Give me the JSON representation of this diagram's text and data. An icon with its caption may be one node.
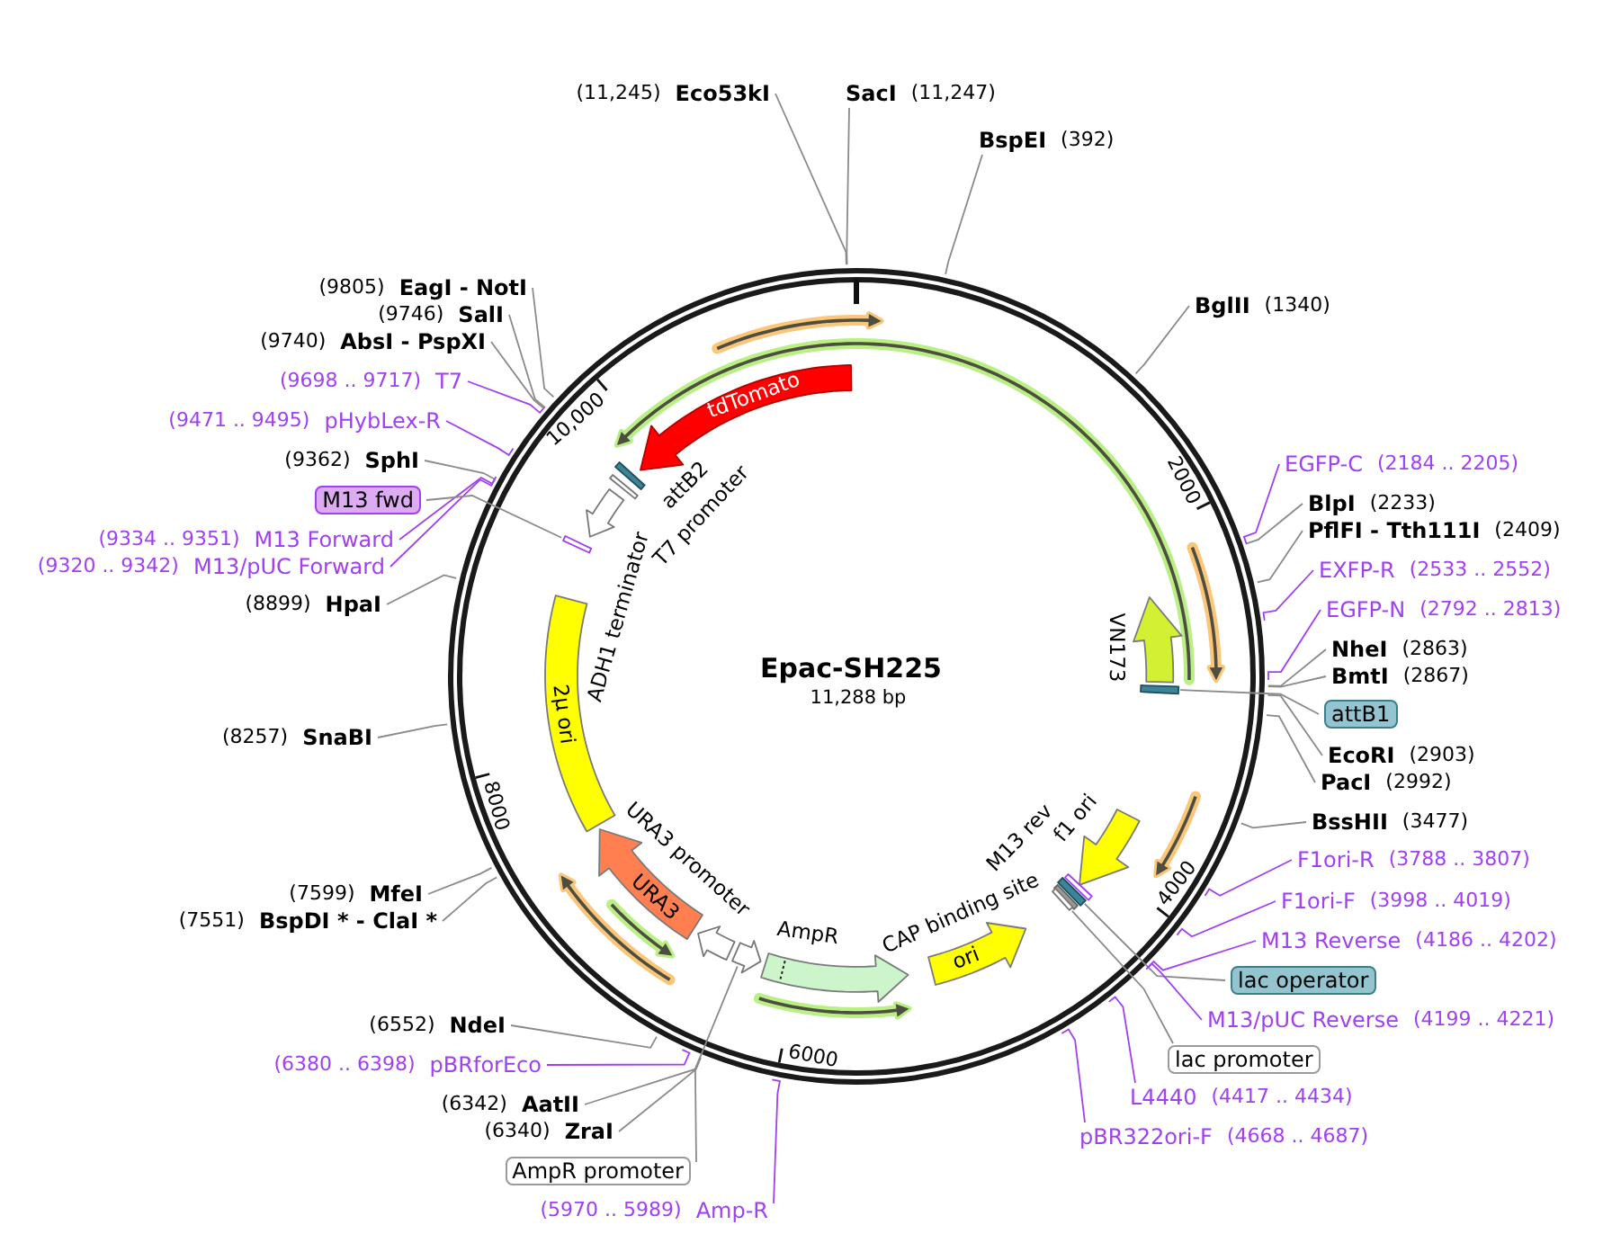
{
  "diagram": {
    "nodes": [
      {
        "text": [
          "Epac-SH225",
          "11,288 bp"
        ]
      },
      {
        "text": [],
        "shape": "arrow",
        "in": 0,
        "beside": [
          "VN173"
        ]
      },
      {
        "text": [],
        "shape": "bar",
        "in": 0
      },
      {
        "text": [],
        "shape": "arrow",
        "in": 0,
        "beside": [
          "f1 ori"
        ]
      },
      {
        "text": [],
        "shape": "bar",
        "in": 0,
        "beside": [
          "M13 rev"
        ]
      },
      {
        "text": [],
        "shape": "bar",
        "in": 0
      },
      {
        "text": [],
        "shape": "bar",
        "in": 0
      },
      {
        "text": [],
        "shape": "bar",
        "in": 0
      },
      {
        "text": [
          "ori"
        ],
        "in": 0
      },
      {
        "text": [],
        "shape": "arrow",
        "in": 0,
        "beside": [
          "AmpR"
        ]
      },
      {
        "text": [],
        "shape": "arrow",
        "in": 0
      },
      {
        "text": [],
        "shape": "arrow",
        "in": 0,
        "beside": [
          "URA3 promoter"
        ]
      },
      {
        "text": [
          "URA3"
        ],
        "in": 0
      },
      {
        "text": [
          "2μ ori"
        ],
        "in": 0
      },
      {
        "text": [],
        "shape": "arrow",
        "in": 0,
        "beside": [
          "ADH1 terminator"
        ]
      },
      {
        "text": [],
        "shape": "bar",
        "in": 0
      },
      {
        "text": [],
        "shape": "bar",
        "in": 0
      },
      {
        "text": [],
        "shape": "bar",
        "in": 0
      },
      {
        "text": [
          "tdTomato"
        ],
        "in": 0
      },
      {
        "text": [
          "(11,245)",
          "Eco53kI"
        ]
      },
      {
        "text": [
          "SacI",
          "(11,247)"
        ]
      },
      {
        "text": [
          "BspEI",
          "(392)"
        ]
      },
      {
        "text": [
          "BglII",
          "(1340)"
        ]
      },
      {
        "text": [
          "EGFP-C",
          "(2184 .. 2205)"
        ]
      },
      {
        "text": [
          "BlpI",
          "(2233)"
        ]
      },
      {
        "text": [
          "PflFI - Tth111I",
          "(2409)"
        ]
      },
      {
        "text": [
          "EXFP-R",
          "(2533 .. 2552)"
        ]
      },
      {
        "text": [
          "EGFP-N",
          "(2792 .. 2813)"
        ]
      },
      {
        "text": [
          "NheI",
          "(2863)"
        ]
      },
      {
        "text": [
          "BmtI",
          "(2867)"
        ]
      },
      {
        "text": [
          "attB1"
        ]
      },
      {
        "text": [
          "EcoRI",
          "(2903)"
        ]
      },
      {
        "text": [
          "PacI",
          "(2992)"
        ]
      },
      {
        "text": [
          "BssHII",
          "(3477)"
        ]
      },
      {
        "text": [
          "F1ori-R",
          "(3788 .. 3807)"
        ]
      },
      {
        "text": [
          "F1ori-F",
          "(3998 .. 4019)"
        ]
      },
      {
        "text": [
          "M13 Reverse",
          "(4186 .. 4202)"
        ]
      },
      {
        "text": [
          "lac operator"
        ]
      },
      {
        "text": [
          "M13/pUC Reverse",
          "(4199 .. 4221)"
        ]
      },
      {
        "text": [
          "lac promoter"
        ]
      },
      {
        "text": [
          "L4440",
          "(4417 .. 4434)"
        ]
      },
      {
        "text": [
          "pBR322ori-F",
          "(4668 .. 4687)"
        ]
      },
      {
        "text": [
          "(5970 .. 5989)",
          "Amp-R"
        ]
      },
      {
        "text": [
          "AmpR promoter"
        ]
      },
      {
        "text": [
          "(6340)",
          "ZraI"
        ]
      },
      {
        "text": [
          "(6342)",
          "AatII"
        ]
      },
      {
        "text": [
          "(6380 .. 6398)",
          "pBRforEco"
        ]
      },
      {
        "text": [
          "(6552)",
          "NdeI"
        ]
      },
      {
        "text": [
          "(7551)",
          "BspDI * - ClaI *"
        ]
      },
      {
        "text": [
          "(7599)",
          "MfeI"
        ]
      },
      {
        "text": [
          "(8257)",
          "SnaBI"
        ]
      },
      {
        "text": [
          "(8899)",
          "HpaI"
        ]
      },
      {
        "text": [
          "(9320 .. 9342)",
          "M13/pUC Forward"
        ]
      },
      {
        "text": [
          "(9334 .. 9351)",
          "M13 Forward"
        ]
      },
      {
        "text": [
          "M13 fwd"
        ]
      },
      {
        "text": [
          "(9362)",
          "SphI"
        ]
      },
      {
        "text": [
          "(9471 .. 9495)",
          "pHybLex-R"
        ]
      },
      {
        "text": [
          "(9698 .. 9717)",
          "T7"
        ]
      },
      {
        "text": [
          "(9740)",
          "AbsI - PspXI"
        ]
      },
      {
        "text": [
          "(9746)",
          "SalI"
        ]
      },
      {
        "text": [
          "(9805)",
          "EagI - NotI"
        ]
      }
    ],
    "edges": [
      {
        "from": 19,
        "to": 0,
        "arrow": "none"
      },
      {
        "from": 20,
        "to": 0,
        "arrow": "none"
      },
      {
        "from": 21,
        "to": 0,
        "arrow": "none"
      },
      {
        "from": 22,
        "to": 0,
        "arrow": "none"
      },
      {
        "from": 23,
        "to": 0,
        "arrow": "none",
        "color": "#a040f0"
      },
      {
        "from": 24,
        "to": 0,
        "arrow": "none"
      },
      {
        "from": 25,
        "to": 0,
        "arrow": "none"
      },
      {
        "from": 26,
        "to": 0,
        "arrow": "none",
        "color": "#a040f0"
      },
      {
        "from": 27,
        "to": 0,
        "arrow": "none",
        "color": "#a040f0"
      },
      {
        "from": 28,
        "to": 0,
        "arrow": "none"
      },
      {
        "from": 29,
        "to": 0,
        "arrow": "none"
      },
      {
        "from": 30,
        "to": 2,
        "arrow": "none"
      },
      {
        "from": 31,
        "to": 0,
        "arrow": "none"
      },
      {
        "from": 32,
        "to": 0,
        "arrow": "none"
      },
      {
        "from": 33,
        "to": 0,
        "arrow": "none"
      },
      {
        "from": 34,
        "to": 0,
        "arrow": "none",
        "color": "#a040f0"
      },
      {
        "from": 35,
        "to": 0,
        "arrow": "none",
        "color": "#a040f0"
      },
      {
        "from": 36,
        "to": 0,
        "arrow": "none",
        "color": "#a040f0"
      },
      {
        "from": 37,
        "to": 5,
        "arrow": "none"
      },
      {
        "from": 38,
        "to": 0,
        "arrow": "none",
        "color": "#a040f0"
      },
      {
        "from": 39,
        "to": 7,
        "arrow": "none"
      },
      {
        "from": 40,
        "to": 0,
        "arrow": "none",
        "color": "#a040f0"
      },
      {
        "from": 41,
        "to": 0,
        "arrow": "none",
        "color": "#a040f0"
      },
      {
        "from": 42,
        "to": 0,
        "arrow": "none",
        "color": "#a040f0"
      },
      {
        "from": 43,
        "to": 10,
        "arrow": "none"
      },
      {
        "from": 44,
        "to": 0,
        "arrow": "none"
      },
      {
        "from": 45,
        "to": 0,
        "arrow": "none"
      },
      {
        "from": 46,
        "to": 0,
        "arrow": "none",
        "color": "#a040f0"
      },
      {
        "from": 47,
        "to": 0,
        "arrow": "none"
      },
      {
        "from": 48,
        "to": 0,
        "arrow": "none"
      },
      {
        "from": 49,
        "to": 0,
        "arrow": "none"
      },
      {
        "from": 50,
        "to": 0,
        "arrow": "none"
      },
      {
        "from": 51,
        "to": 0,
        "arrow": "none"
      },
      {
        "from": 52,
        "to": 0,
        "arrow": "none",
        "color": "#a040f0"
      },
      {
        "from": 53,
        "to": 0,
        "arrow": "none",
        "color": "#a040f0"
      },
      {
        "from": 54,
        "to": 15,
        "arrow": "none"
      },
      {
        "from": 55,
        "to": 0,
        "arrow": "none"
      },
      {
        "from": 56,
        "to": 0,
        "arrow": "none",
        "color": "#a040f0"
      },
      {
        "from": 57,
        "to": 0,
        "arrow": "none",
        "color": "#a040f0"
      },
      {
        "from": 58,
        "to": 0,
        "arrow": "none"
      },
      {
        "from": 59,
        "to": 0,
        "arrow": "none"
      },
      {
        "from": 60,
        "to": 0,
        "arrow": "none"
      }
    ],
    "labels": [
      "10,000",
      "2000",
      "attB2",
      "T7 promoter",
      "8000",
      "4000",
      "CAP binding site",
      "6000"
    ]
  }
}
